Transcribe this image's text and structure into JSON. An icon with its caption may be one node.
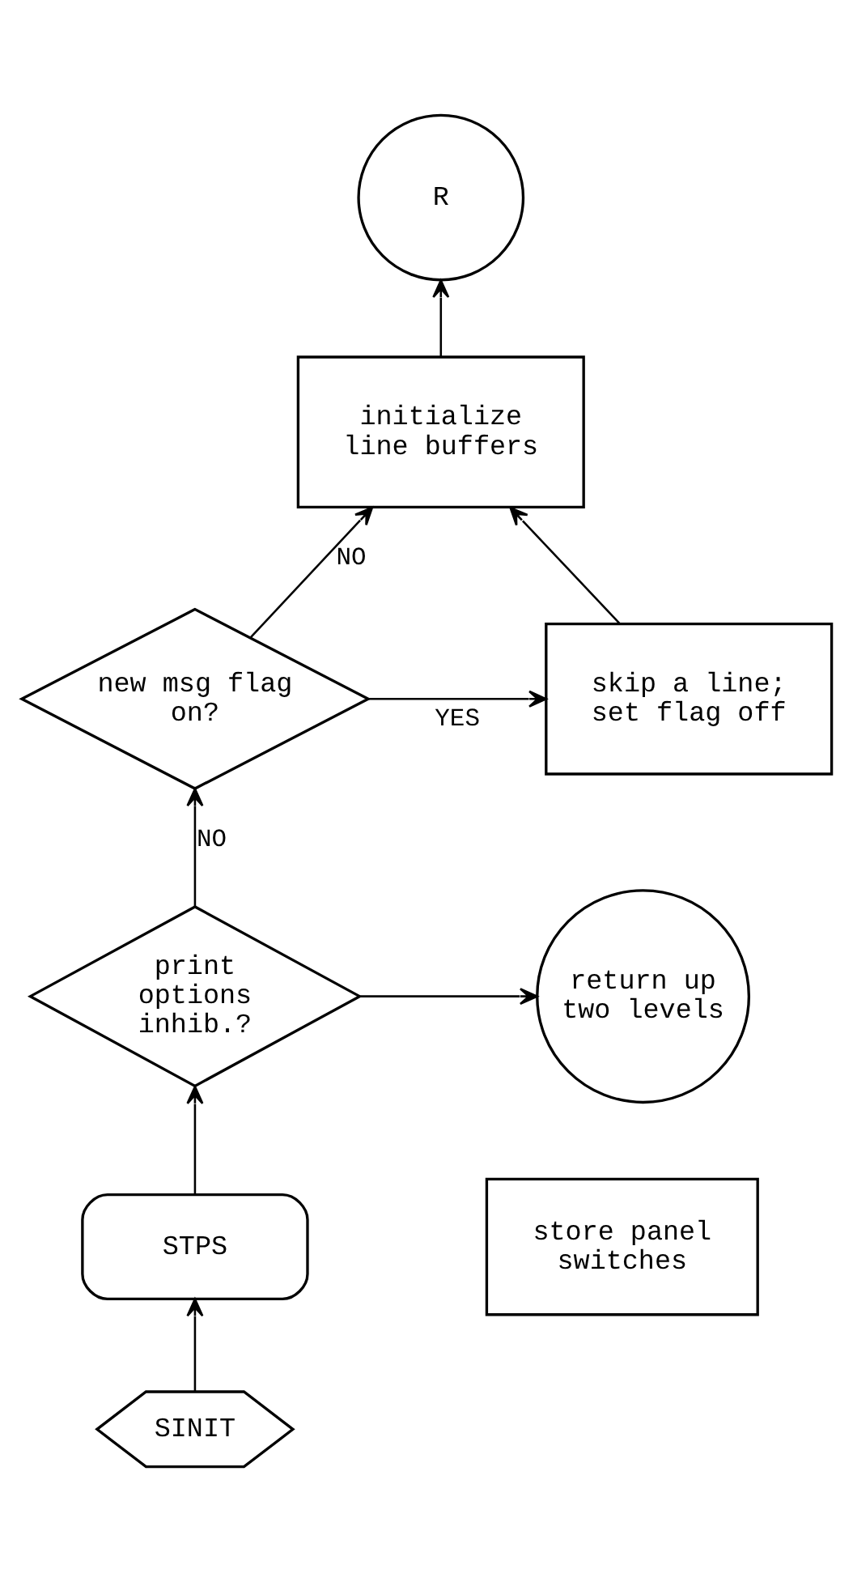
{
  "diagram": {
    "nodes": [
      {
        "text": [
          "SINIT"
        ]
      },
      {
        "text": [
          "STPS"
        ]
      },
      {
        "text": [
          "store panel switches"
        ]
      },
      {
        "text": [
          "print options inhib.?"
        ]
      },
      {
        "text": [
          "return up two levels"
        ]
      },
      {
        "text": [
          "new msg flag on?"
        ]
      },
      {
        "text": [
          "skip a line; set flag off"
        ]
      },
      {
        "text": [
          "initialize line buffers"
        ]
      },
      {
        "text": [
          "R"
        ]
      }
    ],
    "edges": [
      {
        "from": 0,
        "to": 1,
        "arrow": "to"
      },
      {
        "from": 1,
        "to": 3,
        "arrow": "to"
      },
      {
        "from": 3,
        "to": 4,
        "arrow": "to"
      },
      {
        "from": 3,
        "to": 5,
        "arrow": "to",
        "label": "NO"
      },
      {
        "from": 5,
        "to": 6,
        "arrow": "to",
        "label": "YES"
      },
      {
        "from": 5,
        "to": 7,
        "arrow": "to",
        "label": "NO"
      },
      {
        "from": 6,
        "to": 7,
        "arrow": "to"
      },
      {
        "from": 7,
        "to": 8,
        "arrow": "to"
      }
    ]
  }
}
